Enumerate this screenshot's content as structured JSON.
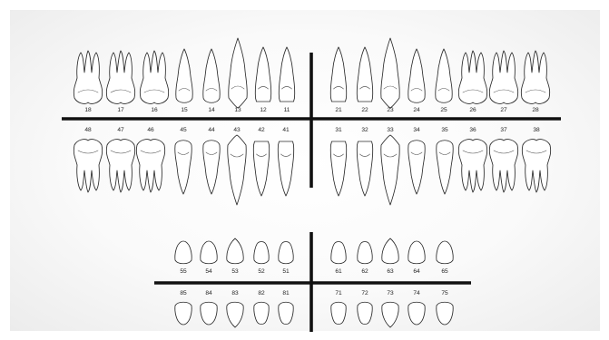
{
  "chart": {
    "permanent": {
      "upper_right": [
        "18",
        "17",
        "16",
        "15",
        "14",
        "13",
        "12",
        "11"
      ],
      "upper_left": [
        "21",
        "22",
        "23",
        "24",
        "25",
        "26",
        "27",
        "28"
      ],
      "lower_right": [
        "48",
        "47",
        "46",
        "45",
        "44",
        "43",
        "42",
        "41"
      ],
      "lower_left": [
        "31",
        "32",
        "33",
        "34",
        "35",
        "36",
        "37",
        "38"
      ]
    },
    "primary": {
      "upper_right": [
        "55",
        "54",
        "53",
        "52",
        "51"
      ],
      "upper_left": [
        "61",
        "62",
        "63",
        "64",
        "65"
      ],
      "lower_right": [
        "85",
        "84",
        "83",
        "82",
        "81"
      ],
      "lower_left": [
        "71",
        "72",
        "73",
        "74",
        "75"
      ]
    }
  },
  "colors": {
    "line": "#111111",
    "tooth_outline": "#2b2b2b",
    "background": "#f4f4f4"
  }
}
